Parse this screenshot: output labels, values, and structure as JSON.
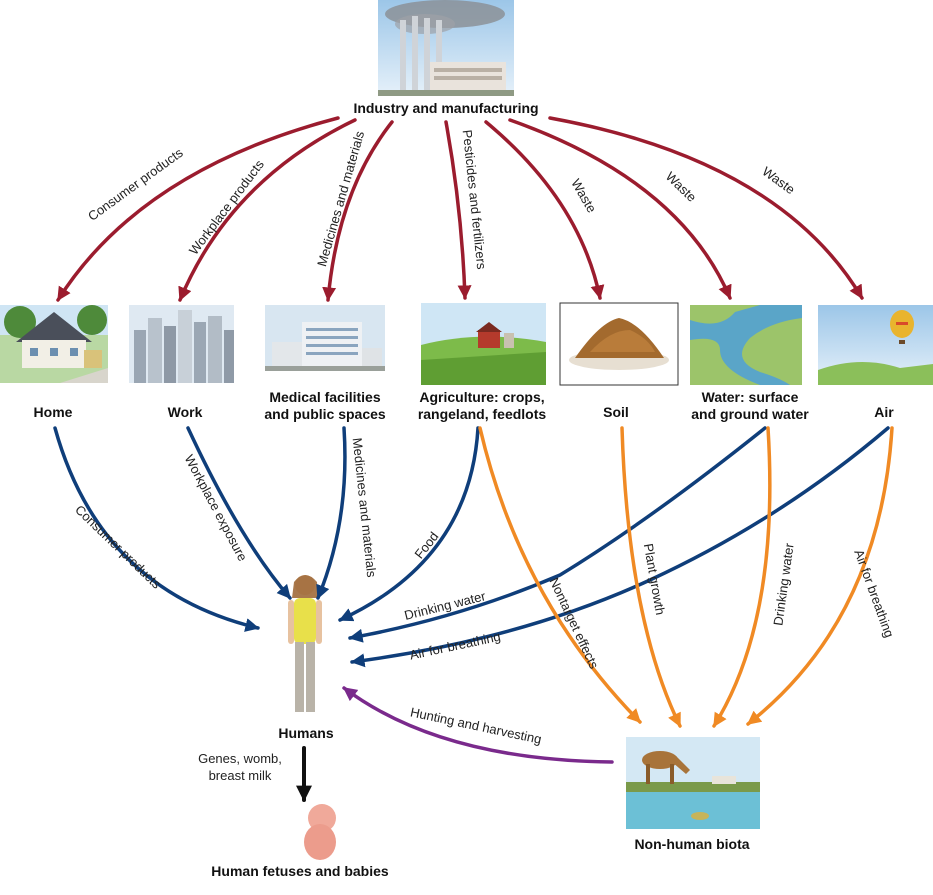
{
  "colors": {
    "industry_arrows": "#9b1c2e",
    "to_humans_arrows": "#0f3e7a",
    "to_biota_arrows": "#f08a24",
    "hunting_arrow": "#7a2a8c",
    "inheritance_arrow": "#111111"
  },
  "nodes": {
    "industry": {
      "label": "Industry and manufacturing",
      "icon": "factory-icon"
    },
    "home": {
      "label": "Home",
      "icon": "house-icon"
    },
    "work": {
      "label": "Work",
      "icon": "office-buildings-icon"
    },
    "medical": {
      "label_line1": "Medical facilities",
      "label_line2": "and public spaces",
      "icon": "hospital-icon"
    },
    "agriculture": {
      "label_line1": "Agriculture: crops,",
      "label_line2": "rangeland, feedlots",
      "icon": "farm-icon"
    },
    "soil": {
      "label": "Soil",
      "icon": "soil-pile-icon"
    },
    "water": {
      "label_line1": "Water: surface",
      "label_line2": "and ground water",
      "icon": "river-icon"
    },
    "air": {
      "label": "Air",
      "icon": "hot-air-balloon-icon"
    },
    "humans": {
      "label": "Humans",
      "icon": "woman-icon"
    },
    "biota": {
      "label": "Non-human biota",
      "icon": "deer-icon"
    },
    "fetuses": {
      "label": "Human fetuses and babies",
      "icon": "fetus-icon"
    }
  },
  "edges": {
    "industry_home": "Consumer products",
    "industry_work": "Workplace products",
    "industry_medical": "Medicines and materials",
    "industry_agriculture": "Pesticides and fertilizers",
    "industry_soil": "Waste",
    "industry_water": "Waste",
    "industry_air": "Waste",
    "home_humans": "Consumer products",
    "work_humans": "Workplace exposure",
    "medical_humans": "Medicines and materials",
    "agriculture_humans": "Food",
    "water_humans": "Drinking water",
    "air_humans": "Air for breathing",
    "agriculture_biota": "Nontarget effects",
    "soil_biota": "Plant growth",
    "water_biota": "Drinking water",
    "air_biota": "Air for breathing",
    "biota_humans": "Hunting and harvesting",
    "humans_fetuses_line1": "Genes, womb,",
    "humans_fetuses_line2": "breast milk"
  }
}
